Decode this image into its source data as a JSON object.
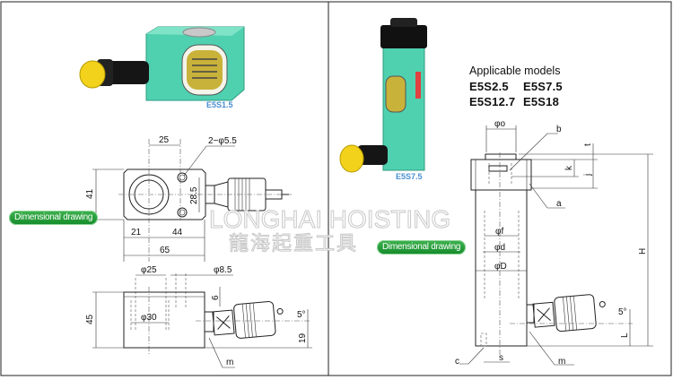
{
  "left_panel": {
    "model_label": "E5S1.5",
    "badge": "Dimensional drawing",
    "top_view": {
      "width_between_holes": "25",
      "holes": "2−φ5.5",
      "height": "41",
      "hole_spacing": "28.5",
      "left_offset": "21",
      "right_offset": "44",
      "total_width": "65"
    },
    "side_view": {
      "piston_dia": "φ25",
      "port_dia": "φ8.5",
      "height": "45",
      "bore_dia": "φ30",
      "port_depth": "6",
      "coupler_angle": "5°",
      "coupler_height": "19",
      "label_m": "m"
    }
  },
  "right_panel": {
    "model_label": "E5S7.5",
    "badge": "Dimensional drawing",
    "applicable_title": "Applicable models",
    "applicable_models": [
      "E5S2.5",
      "E5S7.5",
      "E5S12.7",
      "E5S18"
    ],
    "labels": {
      "o": "φo",
      "b": "b",
      "t": "t",
      "k": "k",
      "j": "j",
      "a": "a",
      "f": "φf",
      "d": "φd",
      "D": "φD",
      "H": "H",
      "angle": "5°",
      "L": "L",
      "c": "c",
      "s": "s",
      "m": "m"
    }
  },
  "watermark": {
    "text": "LONGHAI HOISTING",
    "cn": "龍海起重工具"
  },
  "colors": {
    "body_green": "#4fd1b0",
    "knob_yellow": "#f2d21a",
    "badge_green": "#1e9a35",
    "model_blue": "#4a8fd0"
  }
}
